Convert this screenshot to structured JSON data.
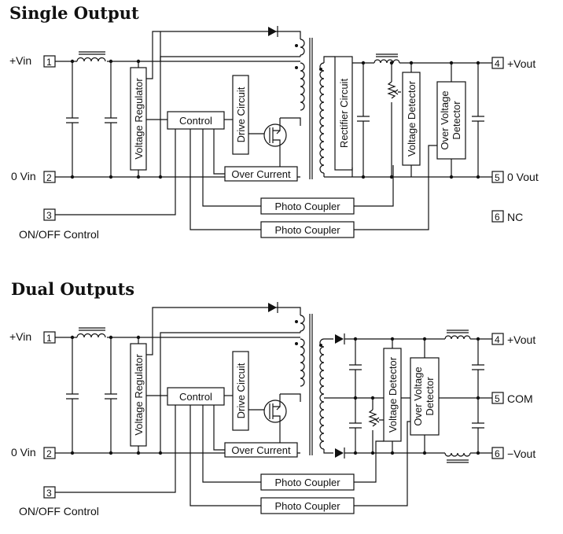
{
  "single": {
    "title": "Single Output",
    "pins": {
      "p1": {
        "num": "1",
        "label": "+Vin"
      },
      "p2": {
        "num": "2",
        "label": "0 Vin"
      },
      "p3": {
        "num": "3",
        "label": "ON/OFF Control"
      },
      "p4": {
        "num": "4",
        "label": "+Vout"
      },
      "p5": {
        "num": "5",
        "label": "0 Vout"
      },
      "p6": {
        "num": "6",
        "label": "NC"
      }
    },
    "blocks": {
      "voltage_regulator": "Voltage Regulator",
      "control": "Control",
      "drive_circuit": "Drive Circuit",
      "over_current": "Over Current",
      "rectifier_circuit": "Rectifier Circuit",
      "voltage_detector": "Voltage Detector",
      "over_voltage_1": "Over Voltage",
      "over_voltage_2": "Detector",
      "photo_coupler_1": "Photo Coupler",
      "photo_coupler_2": "Photo Coupler"
    }
  },
  "dual": {
    "title": "Dual Outputs",
    "pins": {
      "p1": {
        "num": "1",
        "label": "+Vin"
      },
      "p2": {
        "num": "2",
        "label": "0 Vin"
      },
      "p3": {
        "num": "3",
        "label": "ON/OFF Control"
      },
      "p4": {
        "num": "4",
        "label": "+Vout"
      },
      "p5": {
        "num": "5",
        "label": "COM"
      },
      "p6": {
        "num": "6",
        "label": "−Vout"
      }
    },
    "blocks": {
      "voltage_regulator": "Voltage Regulator",
      "control": "Control",
      "drive_circuit": "Drive Circuit",
      "over_current": "Over Current",
      "voltage_detector": "Voltage Detector",
      "over_voltage_1": "Over Voltage",
      "over_voltage_2": "Detector",
      "photo_coupler_1": "Photo Coupler",
      "photo_coupler_2": "Photo Coupler"
    }
  },
  "icons": [
    "inductor-icon",
    "capacitor-icon",
    "diode-icon",
    "transformer-icon",
    "mosfet-icon",
    "potentiometer-icon"
  ]
}
